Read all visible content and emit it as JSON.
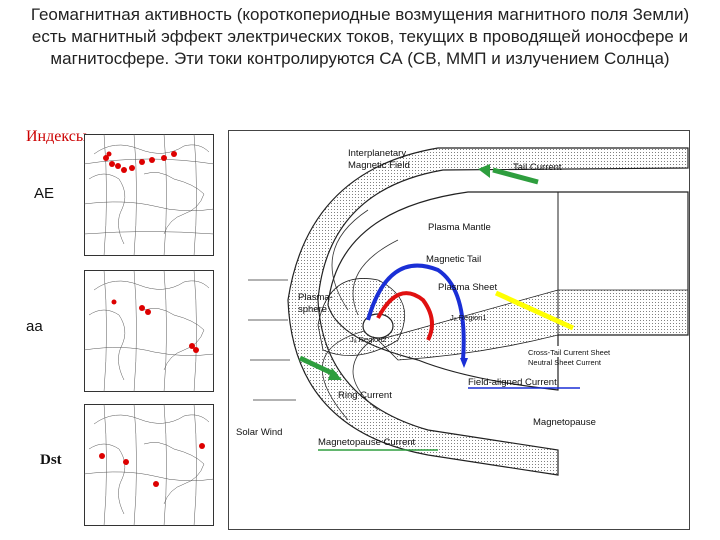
{
  "title": "Геомагнитная активность (короткопериодные возмущения магнитного поля Земли) есть магнитный эффект электрических токов, текущих в проводящей ионосфере и магнитосфере. Эти токи контролируются СА (СВ, ММП и излучением Солнца)",
  "indices": {
    "heading": "Индексы",
    "ae": "АЕ",
    "aa": "аа",
    "dst": "Dst"
  },
  "diagram": {
    "imf": "Interplanetary\nMagnetic Field",
    "tail_current": "Tail Current",
    "plasma_mantle": "Plasma Mantle",
    "magnetic_tail": "Magnetic Tail",
    "plasma_sheet": "Plasma Sheet",
    "plasmasphere": "Plasma-\nsphere",
    "jr_region1": "Jₐ Region1",
    "jr_region2": "Jₐ Region2",
    "cross_tail": "Cross-Tail Current Sheet",
    "neutral_sheet": "Neutral Sheet Current",
    "field_aligned": "Field-aligned Current",
    "ring_current": "Ring Current",
    "magnetopause": "Magnetopause",
    "solar_wind": "Solar Wind",
    "magnetopause_current": "Magnetopause Current"
  },
  "colors": {
    "index_heading": "#cc0000",
    "station_dot": "#dd0000",
    "tail_current": "#2e9e3e",
    "ring_current": "#2e9e3e",
    "region1": "#1a2fd6",
    "region2": "#e01010",
    "cross_tail": "#ffff00",
    "field_aligned_underline": "#1a2fd6",
    "magnetopause_underline": "#2e9e3e"
  }
}
